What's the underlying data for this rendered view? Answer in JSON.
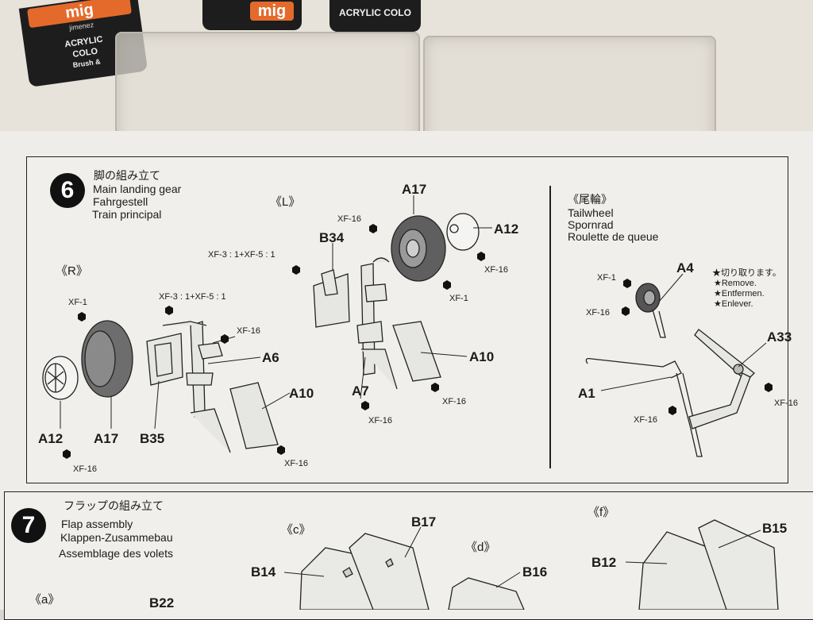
{
  "jars": [
    {
      "brand": "mig",
      "sub": "jimenez",
      "line1": "ACRYLIC",
      "line2": "COLO",
      "line3": "Brush &"
    },
    {
      "brand": "mig",
      "sub": "",
      "line1": "",
      "line2": "",
      "line3": ""
    },
    {
      "brand": "",
      "sub": "",
      "line1": "ACRYLIC COLO",
      "line2": "",
      "line3": ""
    }
  ],
  "step6": {
    "number": "6",
    "title_jp": "脚の組み立て",
    "title_en": "Main landing gear",
    "title_de": "Fahrgestell",
    "title_fr": "Train principal",
    "view_r": "《R》",
    "view_l": "《L》",
    "tail": {
      "title_jp": "《尾輪》",
      "title_en": "Tailwheel",
      "title_de": "Spornrad",
      "title_fr": "Roulette de queue",
      "note_jp": "★切り取ります。",
      "note_en": "★Remove.",
      "note_de": "★Entfermen.",
      "note_fr": "★Enlever."
    },
    "parts": {
      "a12_r": "A12",
      "a17_r": "A17",
      "b35": "B35",
      "a6": "A6",
      "a10_r": "A10",
      "a17_l": "A17",
      "a12_l": "A12",
      "b34": "B34",
      "a10_l": "A10",
      "a7": "A7",
      "a4": "A4",
      "a33": "A33",
      "a1": "A1"
    },
    "paints": {
      "xf1_r": "XF-1",
      "mix_r": "XF-3 : 1+XF-5 : 1",
      "xf16_r1": "XF-16",
      "xf16_r2": "XF-16",
      "xf16_r3": "XF-16",
      "xf16_l1": "XF-16",
      "mix_l": "XF-3 : 1+XF-5 : 1",
      "xf16_l2": "XF-16",
      "xf1_l": "XF-1",
      "xf16_l3": "XF-16",
      "xf16_l4": "XF-16",
      "xf1_t": "XF-1",
      "xf16_t1": "XF-16",
      "xf16_t2": "XF-16",
      "xf16_t3": "XF-16"
    }
  },
  "step7": {
    "number": "7",
    "title_jp": "フラップの組み立て",
    "title_en": "Flap assembly",
    "title_de": "Klappen-Zusammebau",
    "title_fr": "Assemblage des volets",
    "view_a": "《a》",
    "view_c": "《c》",
    "view_d": "《d》",
    "view_f": "《f》",
    "parts": {
      "b22": "B22",
      "b14": "B14",
      "b17": "B17",
      "b16": "B16",
      "b12": "B12",
      "b15": "B15"
    }
  }
}
